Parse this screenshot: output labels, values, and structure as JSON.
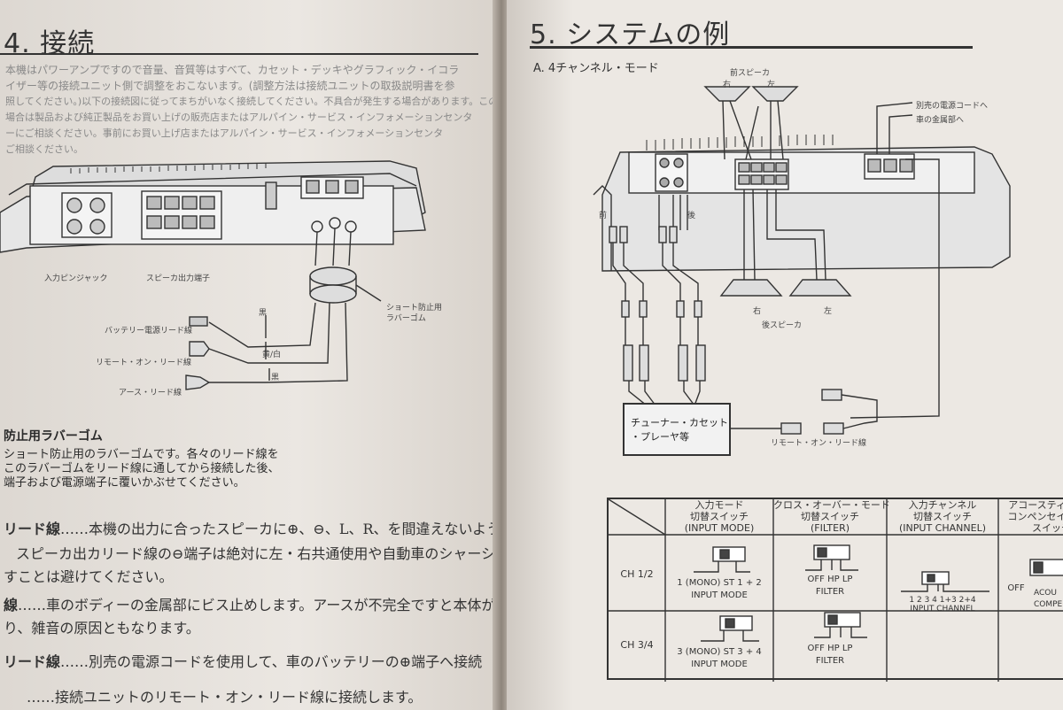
{
  "left": {
    "heading": "4. 接続",
    "intro": [
      "本機はパワーアンプですので音量、音質等はすべて、カセット・デッキやグラフィック・イコラ",
      "イザー等の接続ユニット側で調整をおこないます。(調整方法は接続ユニットの取扱説明書を参",
      "照してください。)以下の接続図に従ってまちがいなく接続してください。不具合が発生する場合があります。このような",
      "場合は製品および純正製品をお買い上げの販売店またはアルパイン・サービス・インフォメーションセンタ",
      "ーにご相談ください。事前にお買い上げ店またはアルパイン・サービス・インフォメーションセンタ",
      "ご相談ください。"
    ],
    "labels": {
      "input_jack": "入力ピンジャック",
      "speaker_terminal": "スピーカ出力端子",
      "rubber": "ショート防止用\nラバーゴム",
      "battery": "バッテリー電源リード線",
      "remote": "リモート・オン・リード線",
      "ground": "アース・リード線",
      "c_black": "黒",
      "c_white": "黄/白",
      "c_black2": "黒"
    },
    "section_title": "防止用ラバーゴム",
    "section_lines": [
      "ショート防止用のラバーゴムです。各々のリード線を",
      "このラバーゴムをリード線に通してから接続した後、",
      "端子および電源端子に覆いかぶせてください。"
    ],
    "items": [
      {
        "title": "リード線",
        "text": "……本機の出力に合ったスピーカに⊕、⊖、L、R、を間違えないよう"
      },
      {
        "title": "",
        "text": "スピーカ出カリード線の⊖端子は絶対に左・右共通使用や自動車のシャーシー"
      },
      {
        "title": "",
        "text": "すことは避けてください。"
      },
      {
        "title": "線",
        "text": "……車のボディーの金属部にビス止めします。アースが不完全ですと本体が"
      },
      {
        "title": "",
        "text": "り、雑音の原因ともなります。"
      },
      {
        "title": "リード線",
        "text": "……別売の電源コードを使用して、車のバッテリーの⊕端子へ接続"
      },
      {
        "title": "",
        "text": "……接続ユニットのリモート・オン・リード線に接続します。"
      }
    ]
  },
  "right": {
    "heading": "5. システムの例",
    "subheading": "A. 4チャンネル・モード",
    "labels": {
      "front_speaker": "前スピーカ",
      "rear_speaker": "後スピーカ",
      "right1": "右",
      "left1": "左",
      "right2": "右",
      "left2": "左",
      "front": "前",
      "rear": "後",
      "power_cord": "別売の電源コードへ",
      "car_ground": "車の金属部へ",
      "tuner": "チューナー・カセット\n・プレーヤ等",
      "remote": "リモート・オン・リード線"
    },
    "table": {
      "headers": [
        "入力モード\n切替スイッチ\n(INPUT MODE)",
        "クロス・オーバー・モード\n切替スイッチ\n(FILTER)",
        "入力チャンネル\n切替スイッチ\n(INPUT CHANNEL)",
        "アコースティック・\nコンペンセイション\nスイッチ"
      ],
      "rows": [
        {
          "label": "CH 1/2",
          "mode_opts": "1 (MONO) ST  1 + 2",
          "mode_caption": "INPUT MODE",
          "filter_opts": "OFF   HP   LP",
          "filter_caption": "FILTER",
          "channel_opts": "1 2 3 4  1+3 2+4",
          "channel_caption": "INPUT CHANNEL",
          "acou_opts": "OFF",
          "acou_caption": "ACOU\nCOMPE"
        },
        {
          "label": "CH 3/4",
          "mode_opts": "3 (MONO) ST  3 + 4",
          "mode_caption": "INPUT MODE",
          "filter_opts": "OFF   HP   LP",
          "filter_caption": "FILTER"
        }
      ]
    }
  }
}
